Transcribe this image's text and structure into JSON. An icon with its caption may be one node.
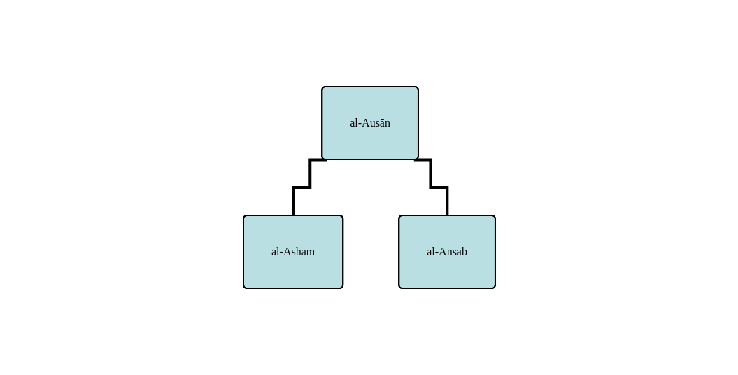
{
  "diagram": {
    "nodes": [
      {
        "text": [
          "al-Ausān"
        ]
      },
      {
        "text": [
          "al-Ashām"
        ]
      },
      {
        "text": [
          "al-Ansāb"
        ]
      }
    ],
    "edges": [
      {
        "from": 0,
        "to": 1,
        "arrow": "none"
      },
      {
        "from": 0,
        "to": 2,
        "arrow": "none"
      }
    ]
  }
}
